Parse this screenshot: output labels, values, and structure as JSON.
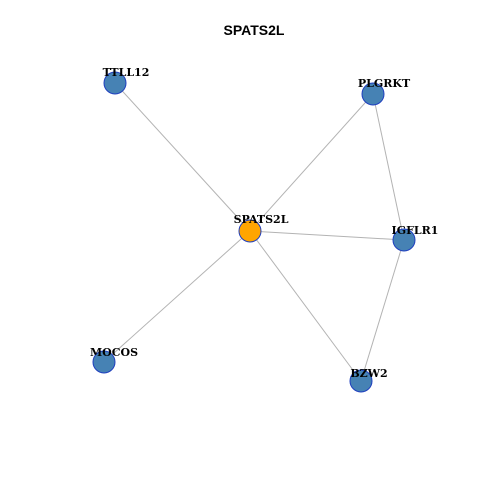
{
  "title": "SPATS2L",
  "colors": {
    "center_node": "#FFA500",
    "neighbor_node": "#4682B4",
    "node_border": "#1F3FBF",
    "edge": "#B3B3B3"
  },
  "graph": {
    "nodes": [
      {
        "id": "SPATS2L",
        "label": "SPATS2L",
        "role": "center"
      },
      {
        "id": "TTLL12",
        "label": "TTLL12",
        "role": "neighbor"
      },
      {
        "id": "PLGRKT",
        "label": "PLGRKT",
        "role": "neighbor"
      },
      {
        "id": "IGFLR1",
        "label": "IGFLR1",
        "role": "neighbor"
      },
      {
        "id": "BZW2",
        "label": "BZW2",
        "role": "neighbor"
      },
      {
        "id": "MOCOS",
        "label": "MOCOS",
        "role": "neighbor"
      }
    ],
    "edges": [
      {
        "source": "SPATS2L",
        "target": "TTLL12"
      },
      {
        "source": "SPATS2L",
        "target": "PLGRKT"
      },
      {
        "source": "SPATS2L",
        "target": "IGFLR1"
      },
      {
        "source": "SPATS2L",
        "target": "BZW2"
      },
      {
        "source": "SPATS2L",
        "target": "MOCOS"
      },
      {
        "source": "PLGRKT",
        "target": "IGFLR1"
      },
      {
        "source": "IGFLR1",
        "target": "BZW2"
      }
    ]
  }
}
